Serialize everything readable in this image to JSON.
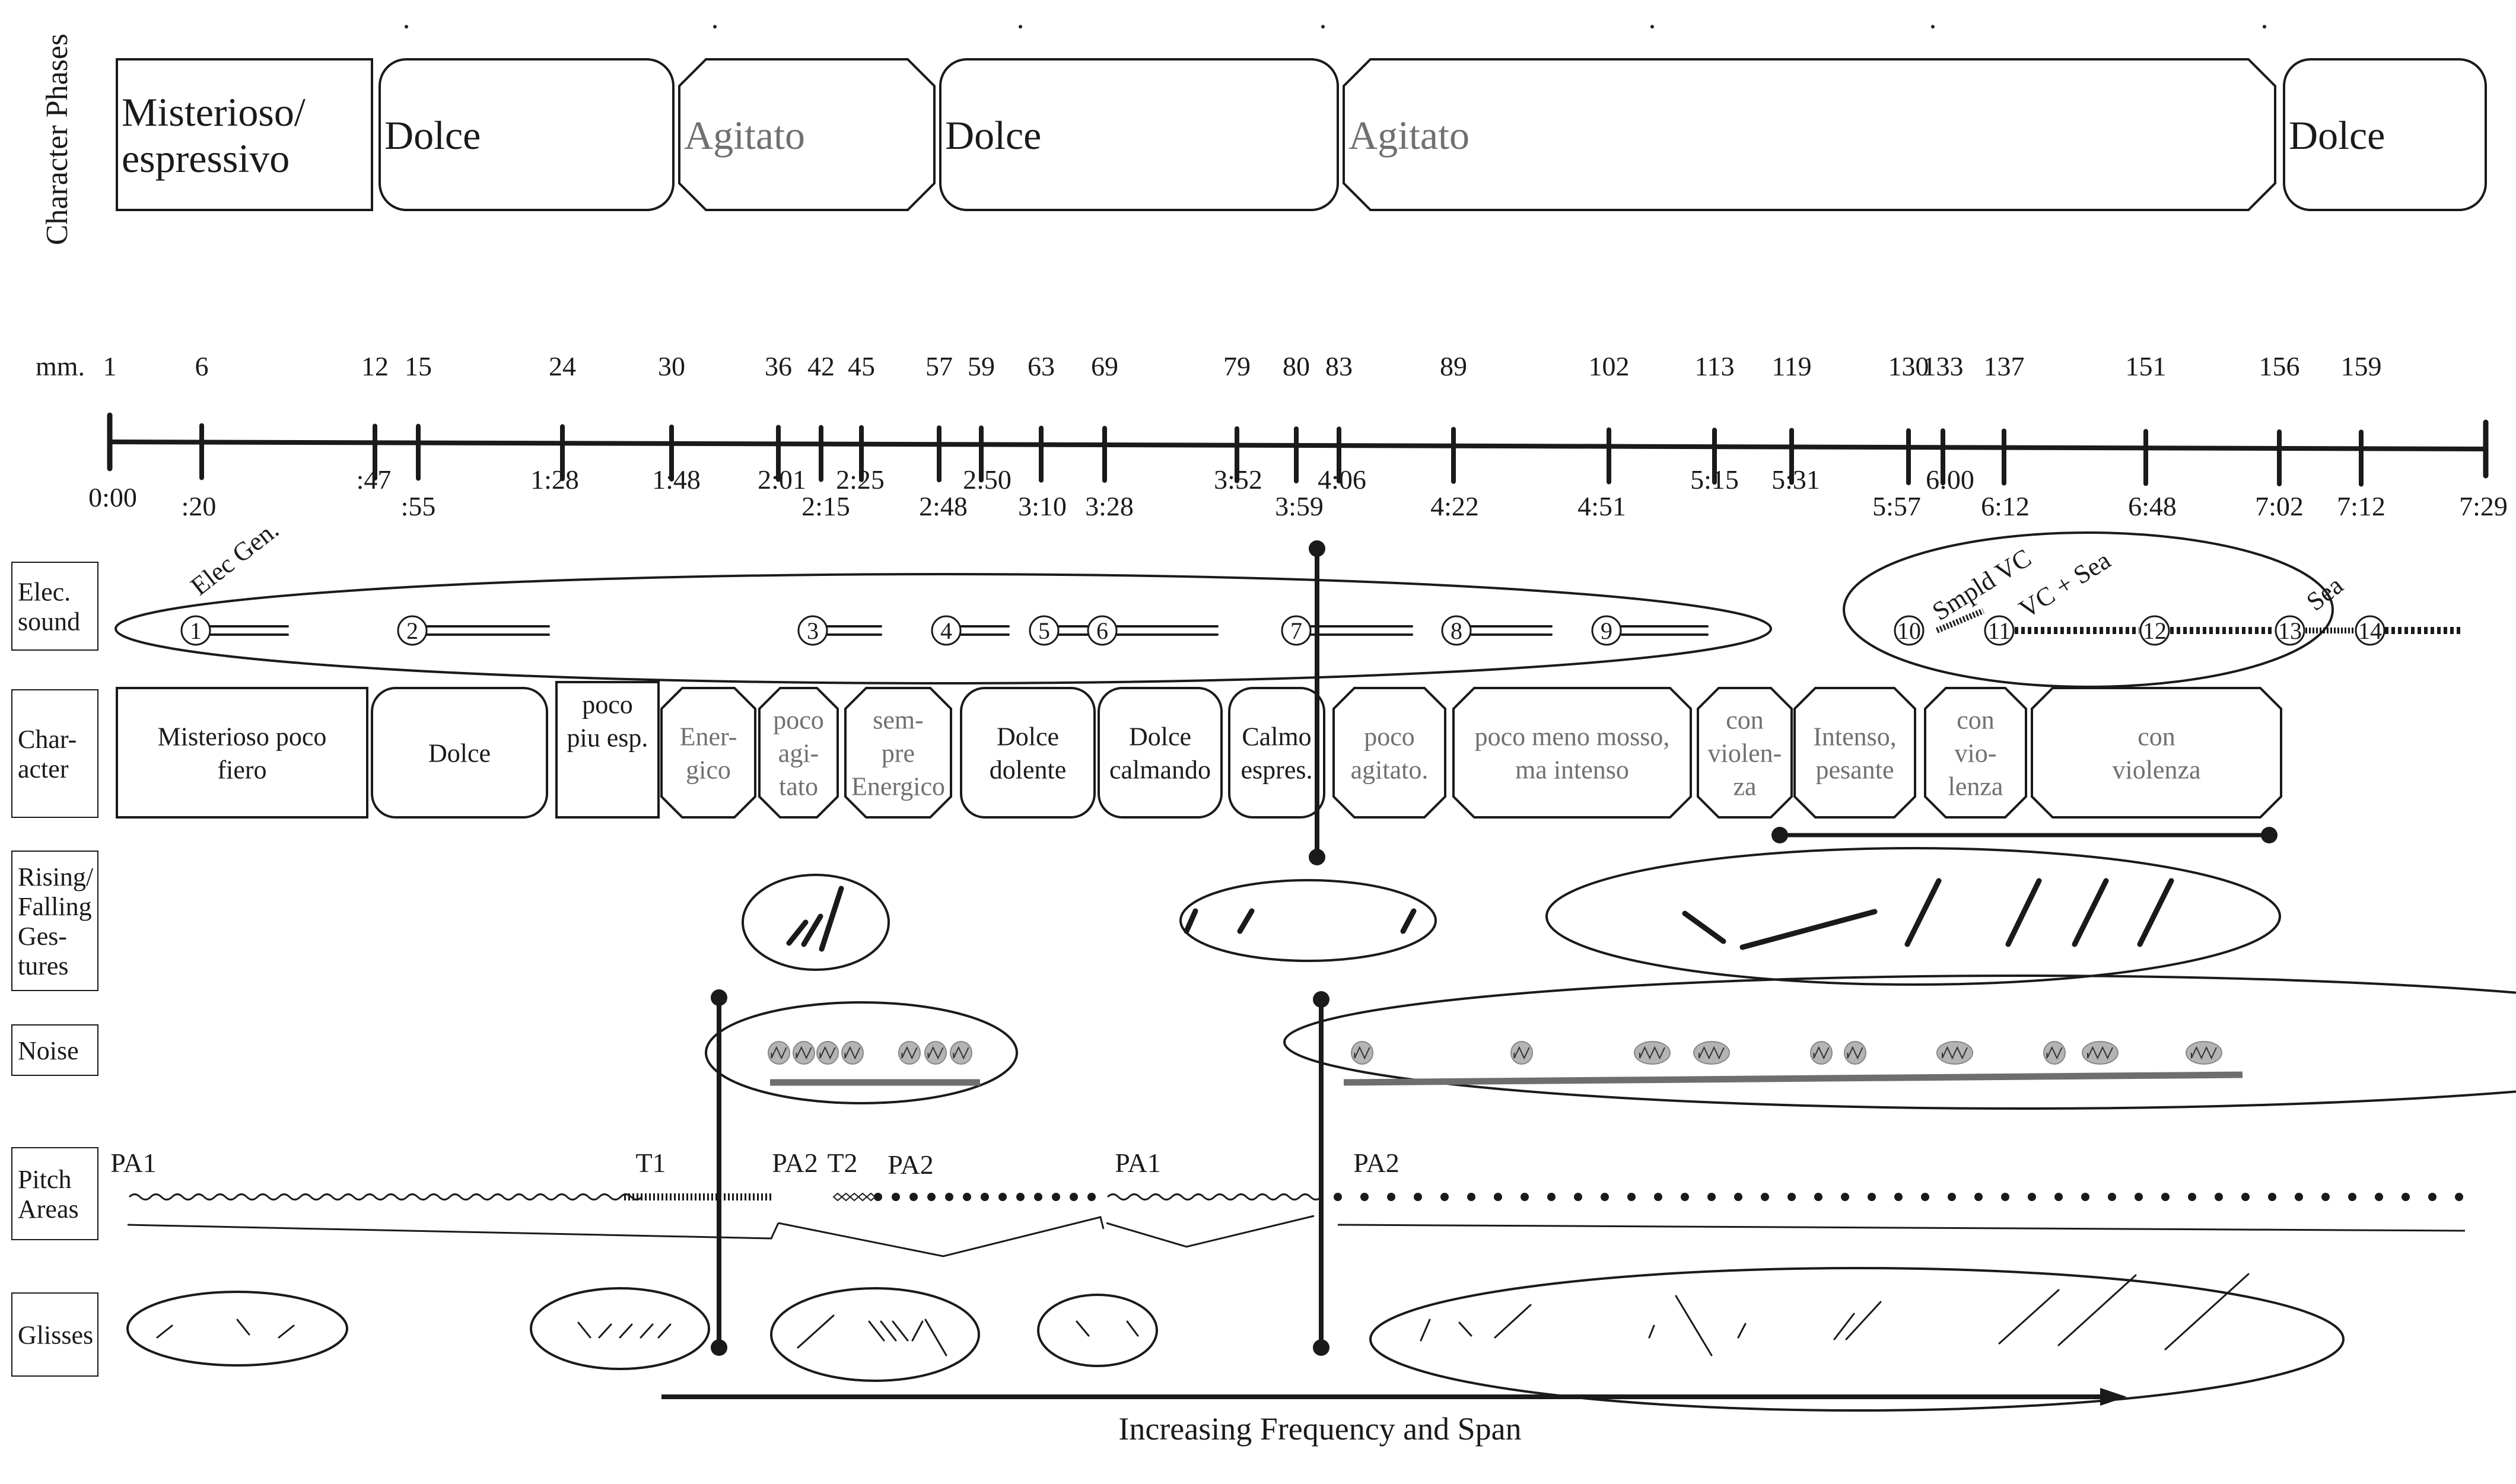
{
  "phases": {
    "title": "Character Phases",
    "items": [
      {
        "label": "Misterioso/\nespressivo",
        "shape": "rect",
        "tone": "dark"
      },
      {
        "label": "Dolce",
        "shape": "round",
        "tone": "dark"
      },
      {
        "label": "Agitato",
        "shape": "oct",
        "tone": "gray"
      },
      {
        "label": "Dolce",
        "shape": "round",
        "tone": "dark"
      },
      {
        "label": "Agitato",
        "shape": "oct",
        "tone": "gray"
      },
      {
        "label": "Dolce",
        "shape": "round",
        "tone": "dark"
      }
    ]
  },
  "timeline": {
    "measures_label": "mm.",
    "measures": [
      "1",
      "6",
      "12",
      "15",
      "24",
      "30",
      "36",
      "42",
      "45",
      "57",
      "59",
      "63",
      "69",
      "79",
      "80",
      "83",
      "89",
      "102",
      "113",
      "119",
      "130",
      "133",
      "137",
      "151",
      "156",
      "159"
    ],
    "times": [
      "0:00",
      ":20",
      ":47",
      ":55",
      "1:28",
      "1:48",
      "2:01",
      "2:15",
      "2:25",
      "2:48",
      "2:50",
      "3:10",
      "3:28",
      "3:52",
      "3:59",
      "4:06",
      "4:22",
      "4:51",
      "5:15",
      "5:31",
      "5:57",
      "6:00",
      "6:12",
      "6:48",
      "7:02",
      "7:12",
      "7:29"
    ]
  },
  "rows": {
    "elec": "Elec.\nsound",
    "character": "Char-\nacter",
    "gestures": "Rising/\nFalling\nGes-\ntures",
    "noise": "Noise",
    "pitch": "Pitch\nAreas",
    "glisses": "Glisses"
  },
  "electronic": {
    "group1_label": "Elec Gen.",
    "cues": [
      "1",
      "2",
      "3",
      "4",
      "5",
      "6",
      "7",
      "8",
      "9"
    ],
    "group2_cues": [
      "10",
      "11",
      "12",
      "13",
      "14"
    ],
    "group2_labels": [
      "Smpld VC",
      "VC + Sea",
      "Sea"
    ]
  },
  "character": {
    "items": [
      {
        "label": "Misterioso poco\nfiero",
        "shape": "rect",
        "tone": "dark"
      },
      {
        "label": "Dolce",
        "shape": "round",
        "tone": "dark"
      },
      {
        "label": "poco\npiu esp.",
        "shape": "rect",
        "tone": "dark"
      },
      {
        "label": "Ener-\ngico",
        "shape": "oct",
        "tone": "gray"
      },
      {
        "label": "poco\nagi-\ntato",
        "shape": "oct",
        "tone": "gray"
      },
      {
        "label": "sem-\npre\nEnergico",
        "shape": "oct",
        "tone": "gray"
      },
      {
        "label": "Dolce\ndolente",
        "shape": "round",
        "tone": "dark"
      },
      {
        "label": "Dolce\ncalmando",
        "shape": "round",
        "tone": "dark"
      },
      {
        "label": "Calmo\nespres.",
        "shape": "round",
        "tone": "dark"
      },
      {
        "label": "poco\nagitato.",
        "shape": "oct",
        "tone": "gray"
      },
      {
        "label": "poco meno mosso,\nma intenso",
        "shape": "oct",
        "tone": "gray"
      },
      {
        "label": "con\nviolen-\nza",
        "shape": "oct",
        "tone": "gray"
      },
      {
        "label": "Intenso,\npesante",
        "shape": "oct",
        "tone": "gray"
      },
      {
        "label": "con\nvio-\nlenza",
        "shape": "oct",
        "tone": "gray"
      },
      {
        "label": "con\nviolenza",
        "shape": "oct",
        "tone": "gray"
      }
    ]
  },
  "pitch": {
    "labels": [
      "PA1",
      "T1",
      "PA2",
      "T2",
      "PA2",
      "PA1",
      "PA2"
    ]
  },
  "footer": {
    "arrow_label": "Increasing Frequency and Span"
  },
  "colors": {
    "ink": "#1a1a1a",
    "gray_text": "#707070",
    "noise_bar": "#6e6e6e",
    "noise_dot": "#b4b4b4"
  }
}
